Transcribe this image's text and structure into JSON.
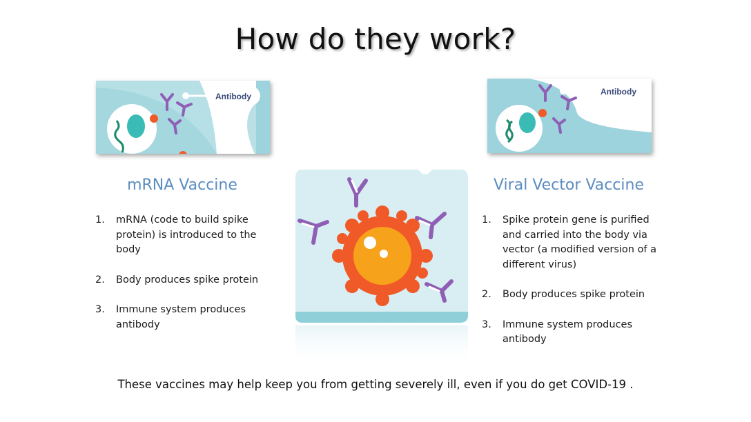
{
  "slide": {
    "title": "How do they work?",
    "left": {
      "thumbnail_label": "Antibody",
      "heading": "mRNA Vaccine",
      "steps": [
        {
          "num": "1.",
          "text": "mRNA (code to build spike protein) is introduced to the body"
        },
        {
          "num": "2.",
          "text": "Body produces spike protein"
        },
        {
          "num": "3.",
          "text": "Immune system produces antibody"
        }
      ]
    },
    "right": {
      "thumbnail_label": "Antibody",
      "heading": "Viral Vector Vaccine",
      "steps": [
        {
          "num": "1.",
          "text": "Spike protein gene is purified and carried into the body via vector (a modified version of a different virus)"
        },
        {
          "num": "2.",
          "text": "Body produces spike protein"
        },
        {
          "num": "3.",
          "text": "Immune system produces antibody"
        }
      ]
    },
    "footer": "These vaccines may help keep you from getting severely ill, even if you do get COVID-19 ."
  },
  "colors": {
    "heading_blue": "#5b8dc0",
    "cell_teal": "#9dd3dc",
    "virus_orange": "#f05a28",
    "virus_core": "#f7a21b",
    "antibody_purple": "#8e5fb5"
  },
  "icons": {
    "left_thumbnail": "cell-with-mrna-and-antibodies-illustration",
    "right_thumbnail": "cell-with-dna-and-antibodies-illustration",
    "center": "virus-surrounded-by-antibodies-illustration"
  }
}
